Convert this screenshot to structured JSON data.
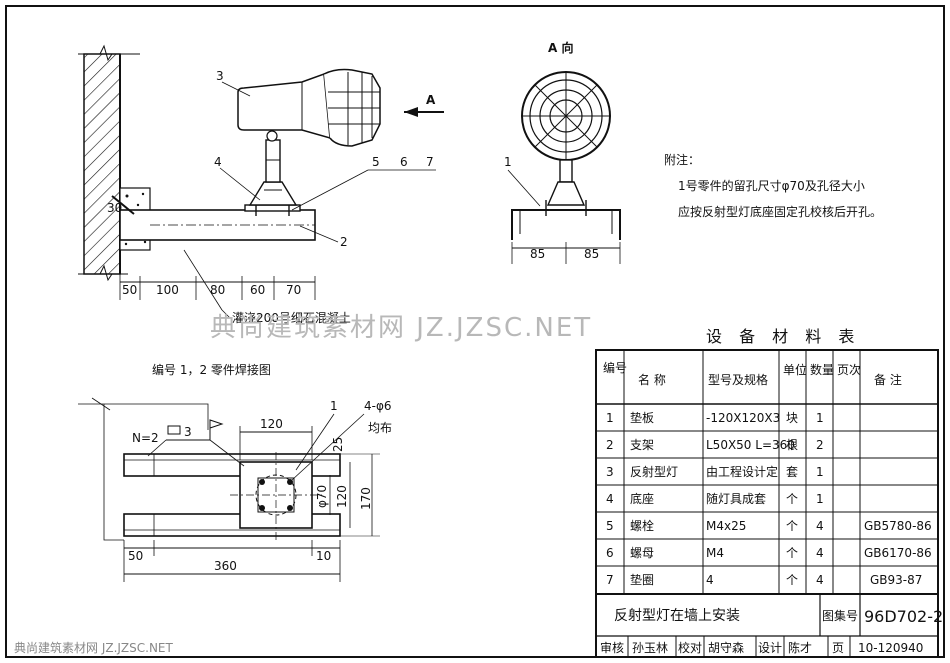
{
  "views": {
    "elevation": {
      "callouts": [
        "3",
        "4",
        "5",
        "6",
        "7",
        "2"
      ],
      "angle_mark": "30",
      "arrow_label": "A",
      "dims": [
        "50",
        "100",
        "80",
        "60",
        "70"
      ],
      "concrete_note": "灌浇200号细石混凝土"
    },
    "a_view": {
      "title": "A 向",
      "callout": "1",
      "dims": [
        "85",
        "85"
      ]
    },
    "weld_detail": {
      "title": "编号 1，2  零件焊接图",
      "callout": "1",
      "hole_note": "4-φ6",
      "hole_note2": "均布",
      "weld_symbol": "N=2",
      "weld_num": "3",
      "dims_top": [
        "120",
        "25"
      ],
      "dims_side": [
        "φ70",
        "120",
        "170"
      ],
      "dims_bottom": [
        "50",
        "10",
        "360"
      ]
    }
  },
  "notes": {
    "heading": "附注：",
    "line1": "1号零件的留孔尺寸φ70及孔径大小",
    "line2": "应按反射型灯底座固定孔校核后开孔。"
  },
  "table": {
    "title": "设 备 材 料 表",
    "headers": [
      "编号",
      "名  称",
      "型号及规格",
      "单位",
      "数量",
      "页次",
      "备  注"
    ],
    "rows": [
      [
        "1",
        "垫板",
        "-120X120X3",
        "块",
        "1",
        "",
        ""
      ],
      [
        "2",
        "支架",
        "L50X50 L=360",
        "根",
        "2",
        "",
        ""
      ],
      [
        "3",
        "反射型灯",
        "由工程设计定",
        "套",
        "1",
        "",
        ""
      ],
      [
        "4",
        "底座",
        "随灯具成套",
        "个",
        "1",
        "",
        ""
      ],
      [
        "5",
        "螺栓",
        "M4x25",
        "个",
        "4",
        "",
        "GB5780-86"
      ],
      [
        "6",
        "螺母",
        "M4",
        "个",
        "4",
        "",
        "GB6170-86"
      ],
      [
        "7",
        "垫圈",
        "4",
        "个",
        "4",
        "",
        "GB93-87"
      ]
    ]
  },
  "title_block": {
    "drawing_title": "反射型灯在墙上安装",
    "atlas_label": "图集号",
    "atlas_no": "96D702-2",
    "sign_row": [
      "审核",
      "孙玉林",
      "校对",
      "胡守森",
      "设计",
      "陈才",
      "页"
    ],
    "page_no": "10-120940"
  },
  "watermark": {
    "main": "典尚建筑素材网 JZ.JZSC.NET",
    "bottom": "典尚建筑素材网 JZ.JZSC.NET"
  }
}
